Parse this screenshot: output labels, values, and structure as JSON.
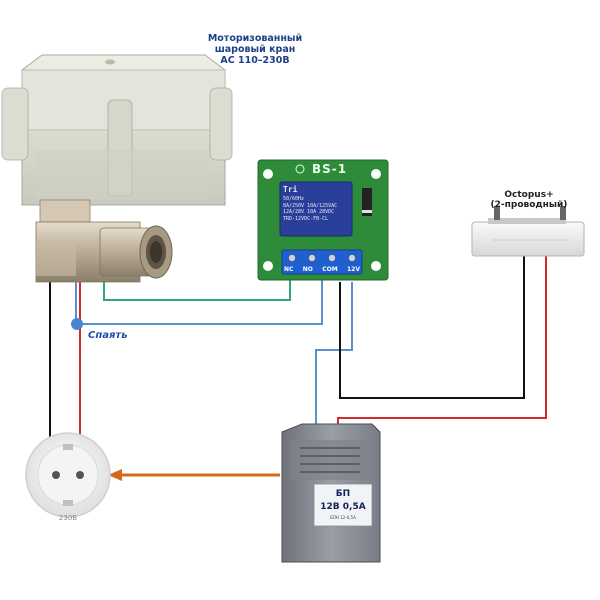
{
  "labels": {
    "valve_line1": "Моторизованный",
    "valve_line2": "шаровый кран",
    "valve_line3": "AC 110–230В",
    "splice": "Спаять",
    "sensor_line1": "Octopus+",
    "sensor_line2": "(2-проводный)",
    "socket": "230В"
  },
  "board": {
    "name": "BS-1",
    "relay_brand": "Tri",
    "relay_line1": "50/60Hz",
    "relay_line2": "8A/250V   10A/125VAC",
    "relay_line3": "12A/28V   10A 28VDC",
    "relay_model": "TRD-12VDC-FB-CL",
    "terminals": [
      "NC",
      "NO",
      "COM",
      "12V"
    ]
  },
  "psu": {
    "title": "БП",
    "spec": "12В 0,5А",
    "small": "БПН 12-0,5А"
  },
  "colors": {
    "wire_green": "#3aa27a",
    "wire_blue": "#5a8fd0",
    "wire_black": "#111111",
    "wire_red": "#d42a2a",
    "wire_orange": "#d2691e",
    "board_green": "#2e8b3a",
    "relay_blue": "#2a3f9a",
    "terminal_blue": "#1f5fd0",
    "label_blue": "#1e3f8a"
  }
}
